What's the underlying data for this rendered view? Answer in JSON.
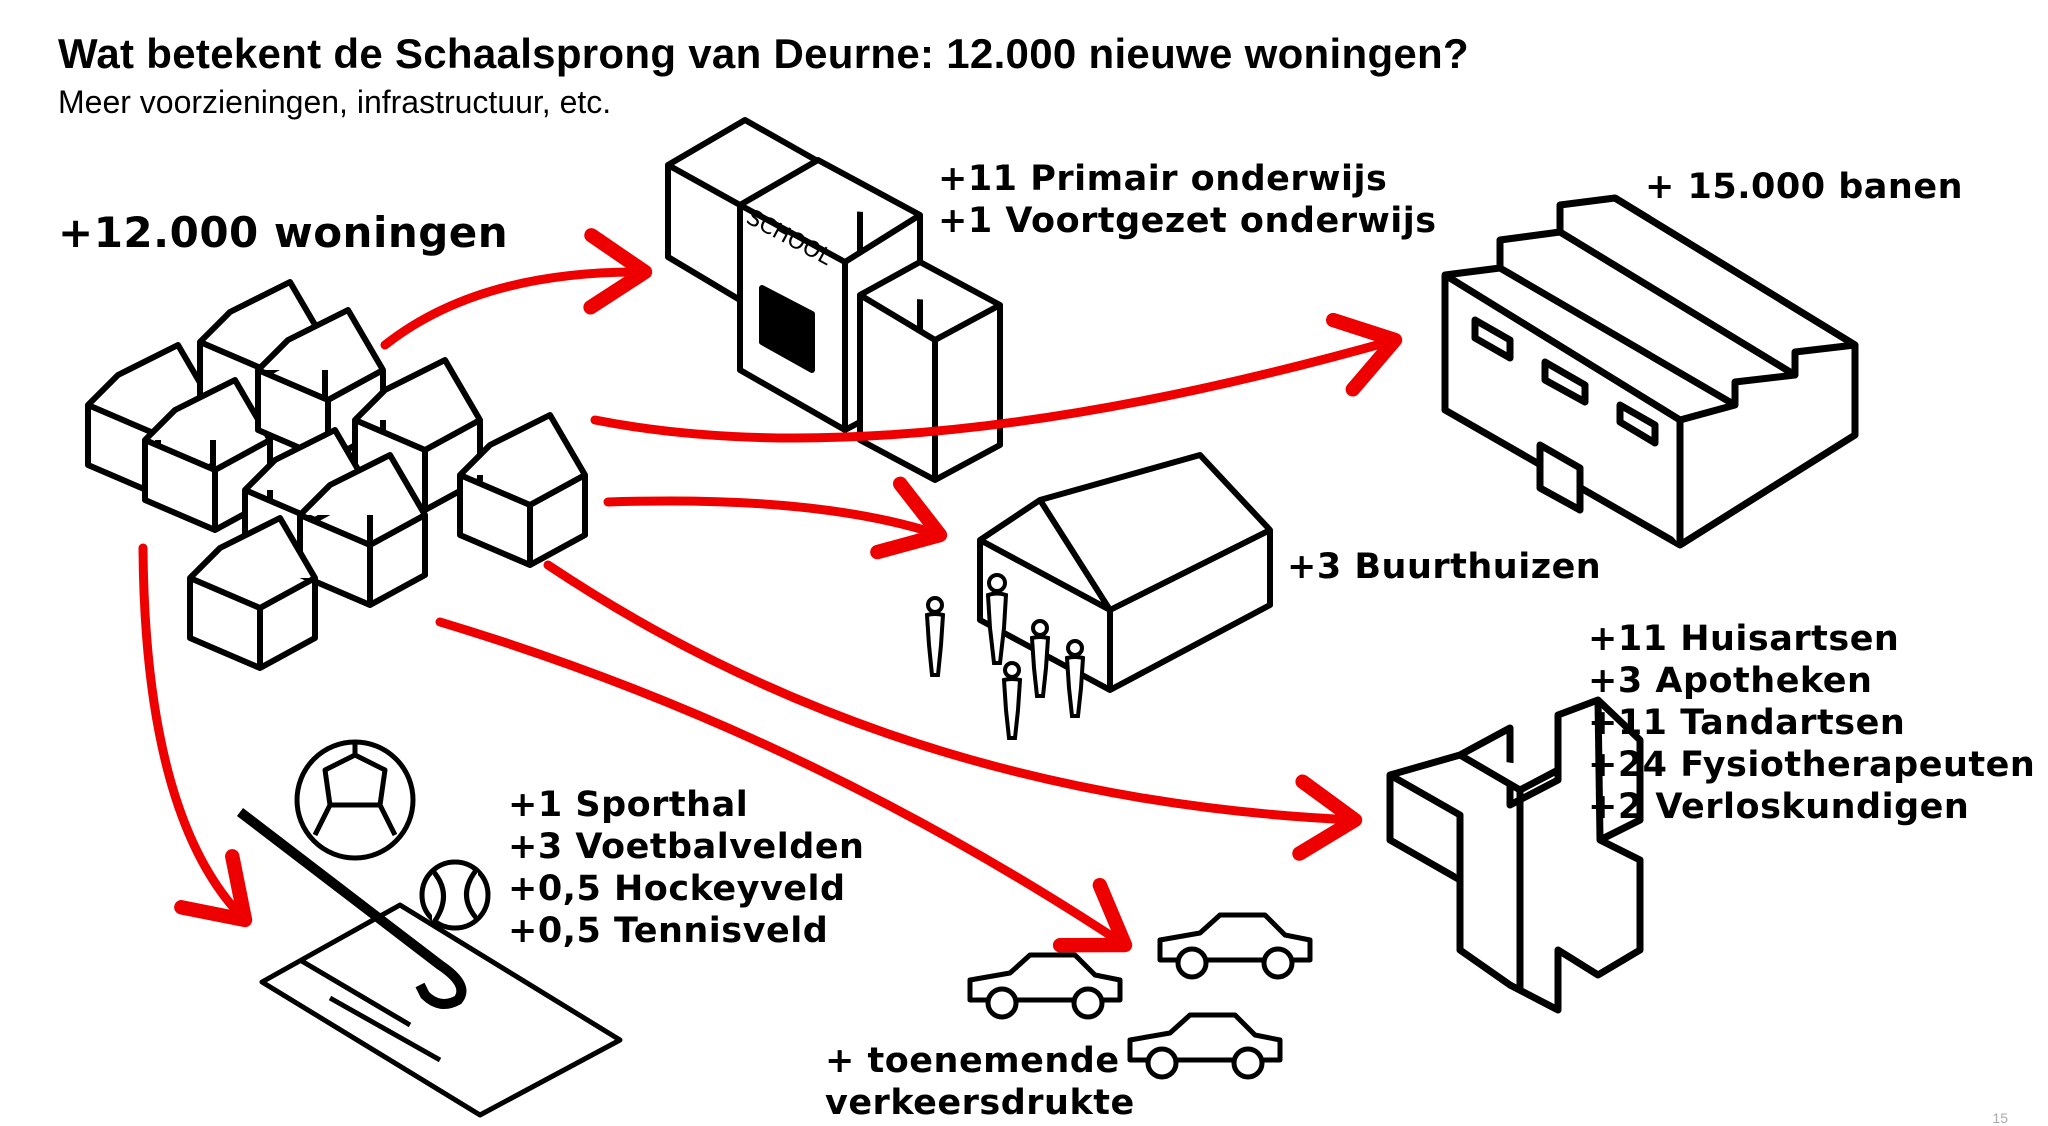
{
  "header": {
    "title": "Wat betekent de Schaalsprong van Deurne: 12.000 nieuwe woningen?",
    "subtitle": "Meer voorzieningen, infrastructuur, etc."
  },
  "source": {
    "label": "+12.000 woningen",
    "icon": "houses-icon"
  },
  "arrow_color": "#ee0000",
  "targets": {
    "school": {
      "icon": "school-icon",
      "sign": "SCHOOL",
      "lines": [
        "+11 Primair onderwijs",
        "+1 Voortgezet onderwijs"
      ]
    },
    "jobs": {
      "icon": "factory-icon",
      "lines": [
        "+ 15.000 banen"
      ]
    },
    "community": {
      "icon": "community-center-icon",
      "lines": [
        "+3 Buurthuizen"
      ]
    },
    "health": {
      "icon": "medical-cross-icon",
      "lines": [
        "+11 Huisartsen",
        "+3 Apotheken",
        "+11 Tandartsen",
        "+24 Fysiotherapeuten",
        "+2 Verloskundigen"
      ]
    },
    "sports": {
      "icon": "sports-icon",
      "lines": [
        "+1 Sporthal",
        "+3 Voetbalvelden",
        "+0,5 Hockeyveld",
        "+0,5 Tennisveld"
      ]
    },
    "traffic": {
      "icon": "cars-icon",
      "lines": [
        "+ toenemende",
        "verkeersdrukte"
      ]
    }
  },
  "footer": {
    "page_number": "15"
  }
}
